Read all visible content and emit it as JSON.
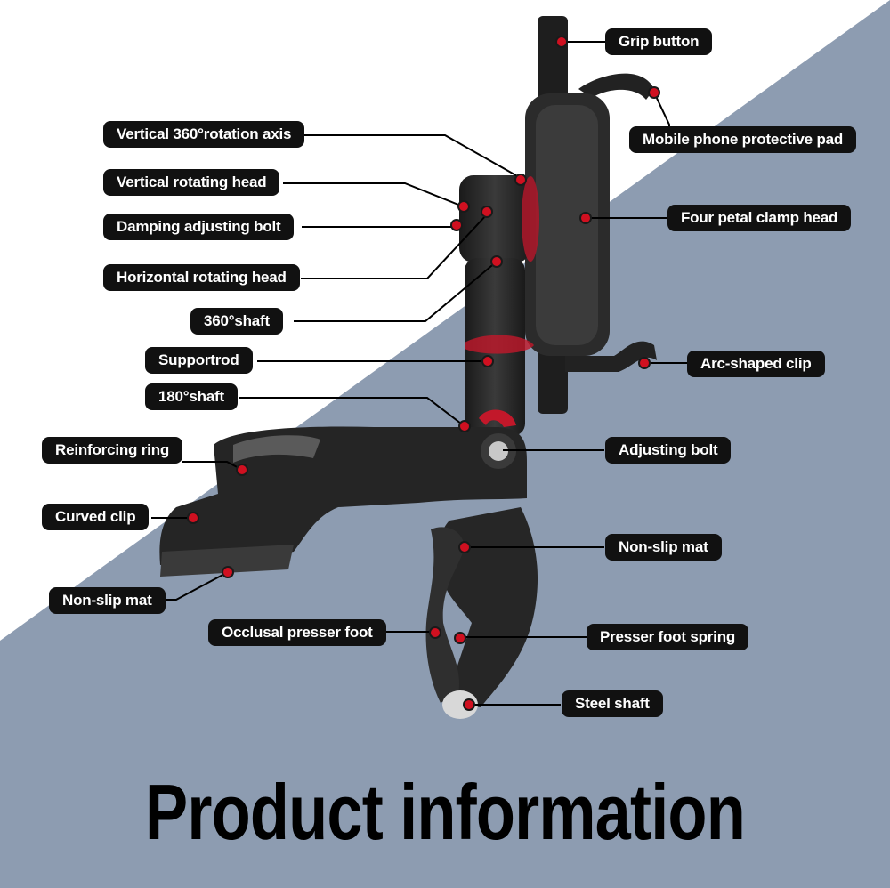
{
  "title": "Product information",
  "colors": {
    "background_white": "#ffffff",
    "background_blue": "#8d9cb1",
    "label_bg": "#111111",
    "marker": "#d01020",
    "product": "#2a2a2a"
  },
  "labels": {
    "grip_button": "Grip button",
    "protective_pad": "Mobile phone protective pad",
    "vertical_axis": "Vertical 360°rotation axis",
    "vertical_head": "Vertical rotating head",
    "damping_bolt": "Damping adjusting bolt",
    "clamp_head": "Four petal clamp head",
    "horizontal_head": "Horizontal rotating head",
    "shaft_360": "360°shaft",
    "support_rod": "Supportrod",
    "arc_clip": "Arc-shaped clip",
    "shaft_180": "180°shaft",
    "reinforcing_ring": "Reinforcing ring",
    "adjusting_bolt": "Adjusting bolt",
    "curved_clip": "Curved clip",
    "non_slip_mat_right": "Non-slip mat",
    "non_slip_mat_left": "Non-slip mat",
    "occlusal_foot": "Occlusal presser foot",
    "presser_spring": "Presser foot spring",
    "steel_shaft": "Steel shaft"
  }
}
